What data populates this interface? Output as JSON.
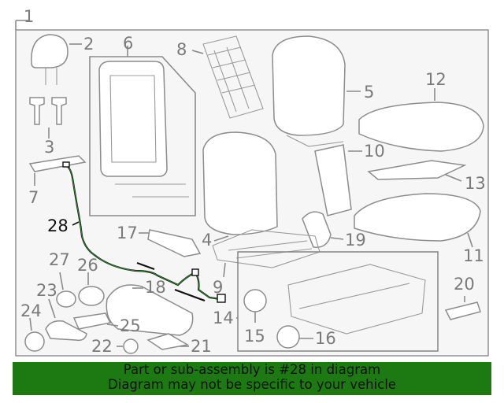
{
  "diagram": {
    "callouts": {
      "c1": "1",
      "c2": "2",
      "c3": "3",
      "c4": "4",
      "c5": "5",
      "c6": "6",
      "c7": "7",
      "c8": "8",
      "c9": "9",
      "c10": "10",
      "c11": "11",
      "c12": "12",
      "c13": "13",
      "c14": "14",
      "c15": "15",
      "c16": "16",
      "c17": "17",
      "c18": "18",
      "c19": "19",
      "c20": "20",
      "c21": "21",
      "c22": "22",
      "c23": "23",
      "c24": "24",
      "c25": "25",
      "c26": "26",
      "c27": "27",
      "c28": "28"
    },
    "highlight_color": "#111111",
    "accent_color": "#1d7a12"
  },
  "footer": {
    "line1": "Part or sub-assembly is #28 in diagram",
    "line2": "Diagram may not be specific to your vehicle"
  }
}
